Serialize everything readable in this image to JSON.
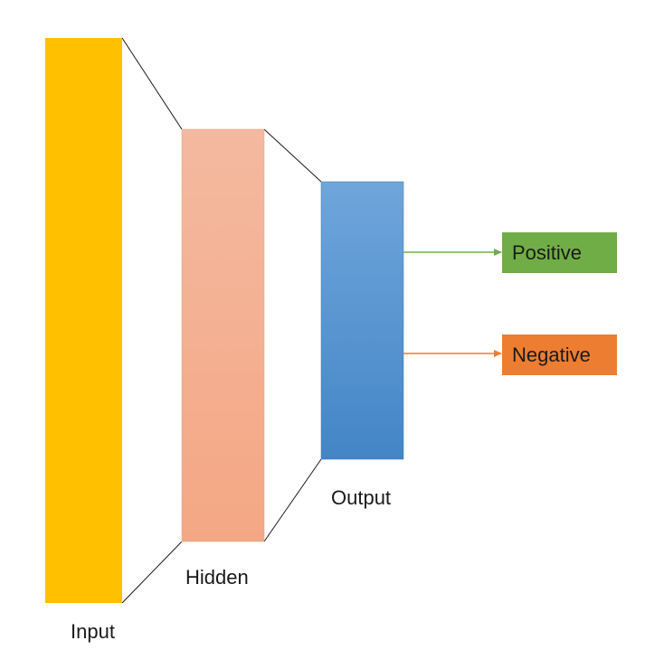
{
  "layers": {
    "input": {
      "label": "Input",
      "color": "#FFC000"
    },
    "hidden": {
      "label": "Hidden",
      "color_top": "#F4B9A0",
      "color_bottom": "#F4A784"
    },
    "output": {
      "label": "Output",
      "color_top": "#6FA6DB",
      "color_bottom": "#4485C7"
    }
  },
  "classes": {
    "positive": {
      "label": "Positive",
      "color": "#70AD47",
      "arrow_color": "#70AD47"
    },
    "negative": {
      "label": "Negative",
      "color": "#ED7D31",
      "arrow_color": "#ED7D31"
    }
  },
  "connector_color": "#1a1a1a"
}
